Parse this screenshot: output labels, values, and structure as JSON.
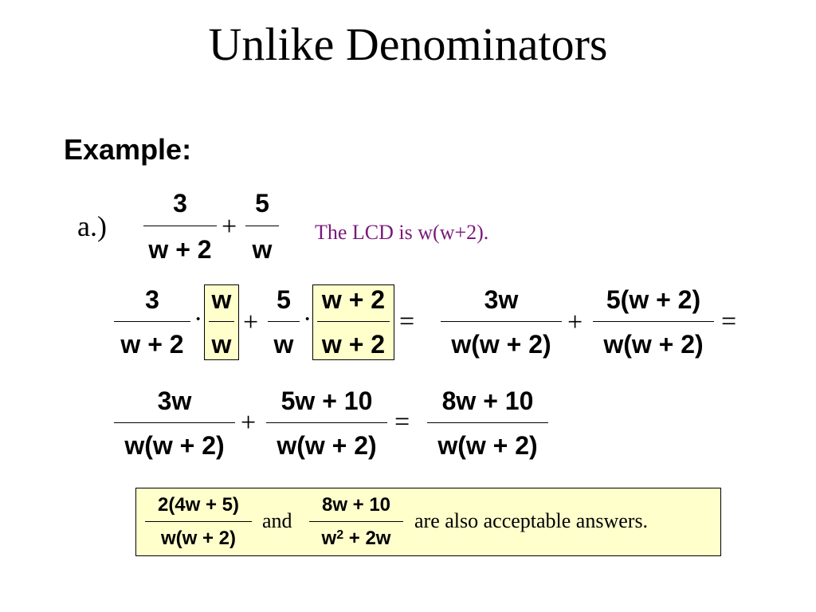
{
  "title": "Unlike Denominators",
  "example_label": "Example:",
  "part_label": "a.)",
  "lcd_note": "The LCD is w(w+2).",
  "colors": {
    "lcd_note": "#7a1a7a",
    "highlight_fill": "#ffffcc"
  },
  "problem": {
    "f1_num": "3",
    "f1_den": "w + 2",
    "op": "+",
    "f2_num": "5",
    "f2_den": "w"
  },
  "row1": {
    "a_num": "3",
    "a_den": "w + 2",
    "dot1": "·",
    "b_num": "w",
    "b_den": "w",
    "plus1": "+",
    "c_num": "5",
    "c_den": "w",
    "dot2": "·",
    "d_num": "w + 2",
    "d_den": "w + 2",
    "eq1": "=",
    "e_num": "3w",
    "e_den": "w(w + 2)",
    "plus2": "+",
    "f_num": "5(w + 2)",
    "f_den": "w(w + 2)",
    "eq2": "="
  },
  "row2": {
    "a_num": "3w",
    "a_den": "w(w + 2)",
    "plus": "+",
    "b_num": "5w + 10",
    "b_den": "w(w + 2)",
    "eq": "=",
    "c_num": "8w + 10",
    "c_den": "w(w + 2)"
  },
  "note": {
    "f1_num": "2(4w + 5)",
    "f1_den": "w(w + 2)",
    "and": "and",
    "f2_num": "8w + 10",
    "f2_den_base": "w",
    "f2_den_exp": "2",
    "f2_den_rest": " + 2w",
    "tail": "are  also  acceptable  answers."
  }
}
